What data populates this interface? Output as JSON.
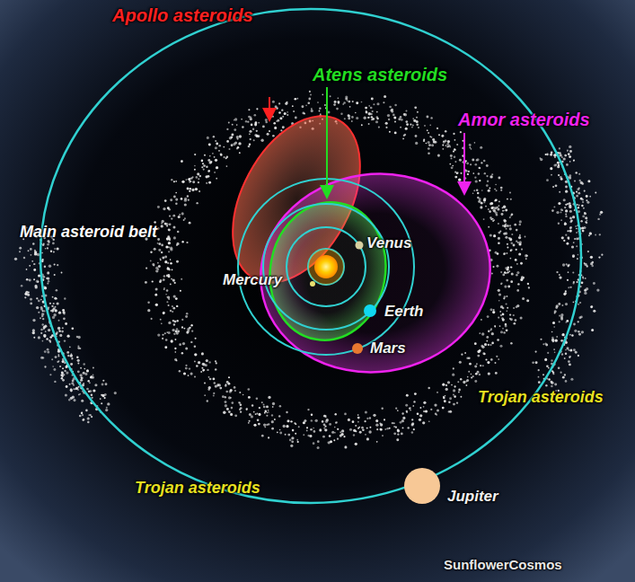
{
  "diagram": {
    "labels": [
      "Apollo asteroids",
      "Atens asteroids",
      "Amor asteroids",
      "Main asteroid belt",
      "Venus",
      "Mercury",
      "Eerth",
      "Mars",
      "Trojan asteroids",
      "Trojan asteroids",
      "Jupiter",
      "SunflowerCosmos"
    ]
  }
}
